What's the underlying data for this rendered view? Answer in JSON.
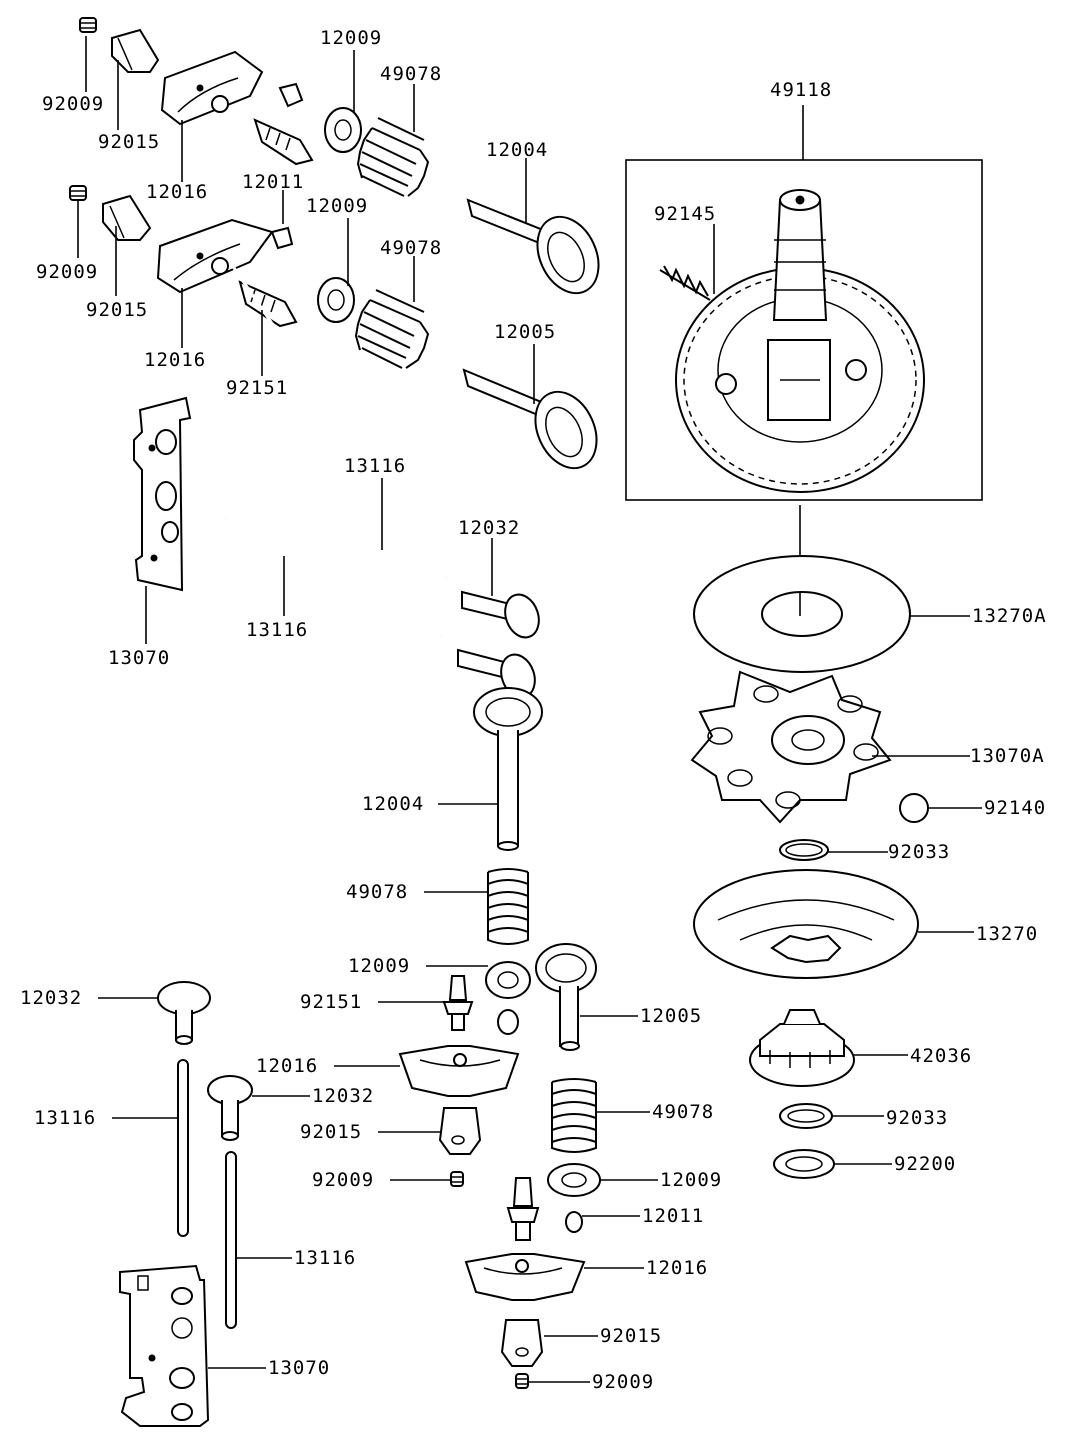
{
  "diagram": {
    "part_labels": {
      "p92009_a": "92009",
      "p92015_a": "92015",
      "p12016_a": "12016",
      "p12009_a": "12009",
      "p49078_a": "49078",
      "p12011_a": "12011",
      "p12004_a": "12004",
      "p92009_b": "92009",
      "p92015_b": "92015",
      "p12016_b": "12016",
      "p12009_b": "12009",
      "p49078_b": "49078",
      "p92151_a": "92151",
      "p12005_a": "12005",
      "p49118": "49118",
      "p92145": "92145",
      "p13116_a": "13116",
      "p12032_a": "12032",
      "p13116_b": "13116",
      "p13070_a": "13070",
      "p13270A": "13270A",
      "p13070A": "13070A",
      "p92140": "92140",
      "p92033_a": "92033",
      "p13270": "13270",
      "p42036": "42036",
      "p92033_b": "92033",
      "p92200": "92200",
      "p12004_b": "12004",
      "p49078_c": "49078",
      "p12009_c": "12009",
      "p92151_b": "92151",
      "p12032_b": "12032",
      "p12016_c": "12016",
      "p13116_c": "13116",
      "p12032_c": "12032",
      "p92015_c": "92015",
      "p92009_c": "92009",
      "p12005_b": "12005",
      "p49078_d": "49078",
      "p12009_d": "12009",
      "p12011_b": "12011",
      "p12016_d": "12016",
      "p13116_d": "13116",
      "p92015_d": "92015",
      "p13070_b": "13070",
      "p92009_d": "92009"
    }
  }
}
